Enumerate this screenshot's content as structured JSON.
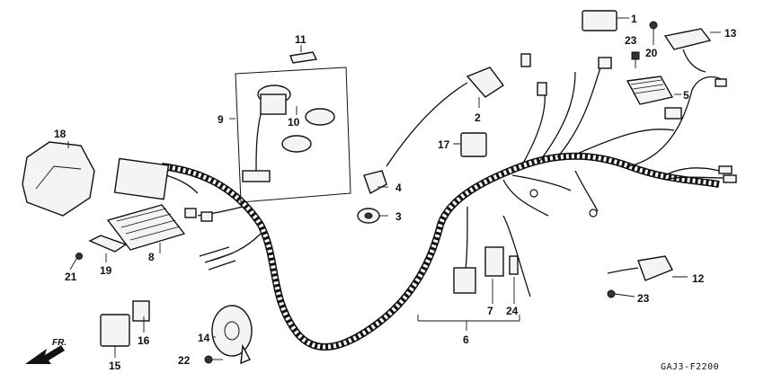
{
  "diagram": {
    "labels": [
      {
        "id": "1",
        "text": "1"
      },
      {
        "id": "2",
        "text": "2"
      },
      {
        "id": "3",
        "text": "3"
      },
      {
        "id": "4",
        "text": "4"
      },
      {
        "id": "5",
        "text": "5"
      },
      {
        "id": "6",
        "text": "6"
      },
      {
        "id": "7",
        "text": "7"
      },
      {
        "id": "8",
        "text": "8"
      },
      {
        "id": "9",
        "text": "9"
      },
      {
        "id": "10",
        "text": "10"
      },
      {
        "id": "11",
        "text": "11"
      },
      {
        "id": "12",
        "text": "12"
      },
      {
        "id": "13",
        "text": "13"
      },
      {
        "id": "14",
        "text": "14"
      },
      {
        "id": "15",
        "text": "15"
      },
      {
        "id": "16",
        "text": "16"
      },
      {
        "id": "17",
        "text": "17"
      },
      {
        "id": "18",
        "text": "18"
      },
      {
        "id": "19",
        "text": "19"
      },
      {
        "id": "20",
        "text": "20"
      },
      {
        "id": "21",
        "text": "21"
      },
      {
        "id": "22",
        "text": "22"
      },
      {
        "id": "23a",
        "text": "23"
      },
      {
        "id": "23b",
        "text": "23"
      },
      {
        "id": "24",
        "text": "24"
      }
    ],
    "direction_label": "FR.",
    "drawing_code": "GAJ3-F2200"
  }
}
